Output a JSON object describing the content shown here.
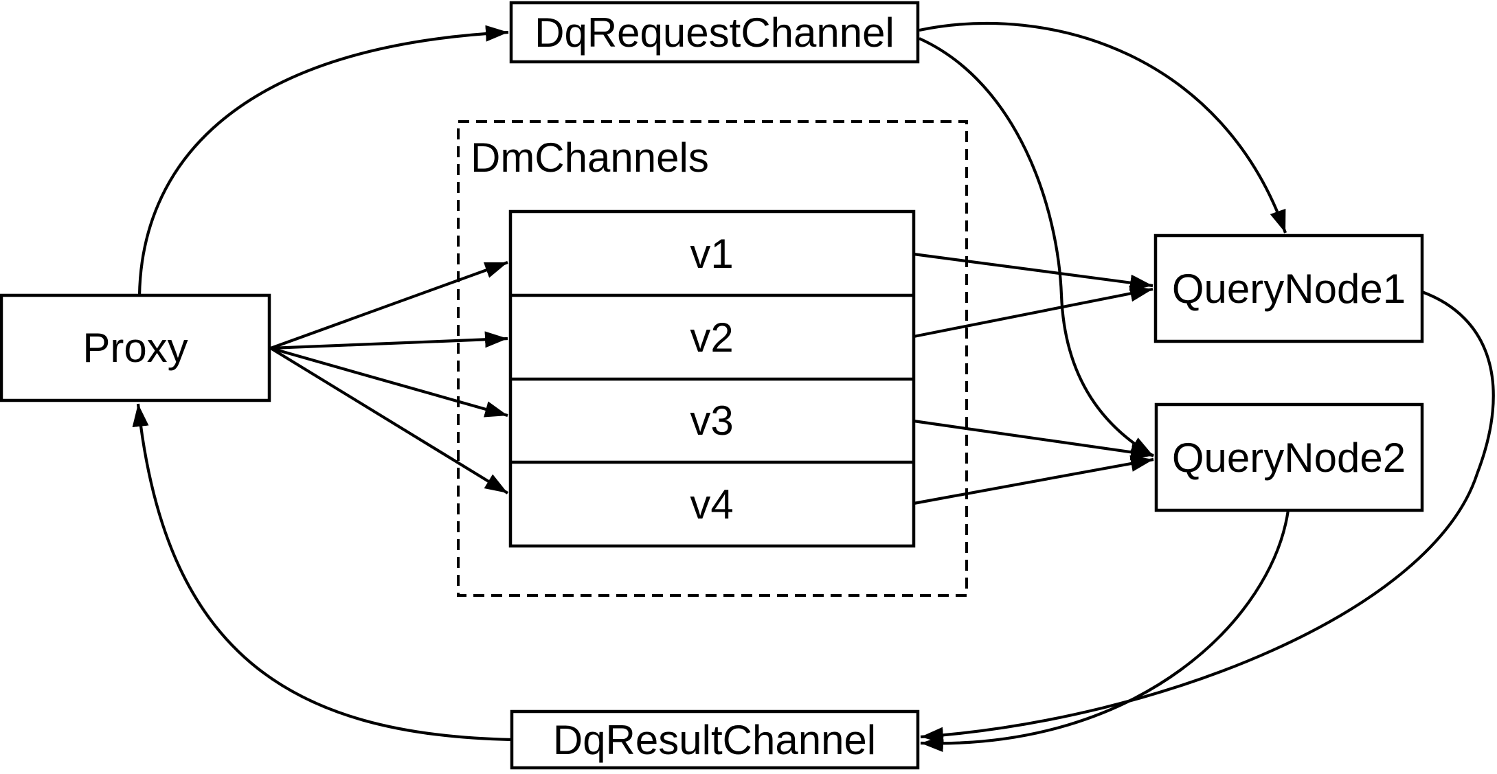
{
  "diagram": {
    "background_color": "#ffffff",
    "line_color": "#000000",
    "nodes": {
      "proxy": {
        "label": "Proxy"
      },
      "dq_request_channel": {
        "label": "DqRequestChannel"
      },
      "dm_channels": {
        "label": "DmChannels",
        "channels": [
          "v1",
          "v2",
          "v3",
          "v4"
        ]
      },
      "query_node1": {
        "label": "QueryNode1"
      },
      "query_node2": {
        "label": "QueryNode2"
      },
      "dq_result_channel": {
        "label": "DqResultChannel"
      }
    },
    "edges": [
      {
        "from": "Proxy",
        "to": "DqRequestChannel"
      },
      {
        "from": "DqRequestChannel",
        "to": "QueryNode1"
      },
      {
        "from": "DqRequestChannel",
        "to": "QueryNode2"
      },
      {
        "from": "Proxy",
        "to": "DmChannels.v1"
      },
      {
        "from": "Proxy",
        "to": "DmChannels.v2"
      },
      {
        "from": "Proxy",
        "to": "DmChannels.v3"
      },
      {
        "from": "Proxy",
        "to": "DmChannels.v4"
      },
      {
        "from": "DmChannels.v1",
        "to": "QueryNode1"
      },
      {
        "from": "DmChannels.v2",
        "to": "QueryNode1"
      },
      {
        "from": "DmChannels.v3",
        "to": "QueryNode2"
      },
      {
        "from": "DmChannels.v4",
        "to": "QueryNode2"
      },
      {
        "from": "QueryNode1",
        "to": "DqResultChannel"
      },
      {
        "from": "QueryNode2",
        "to": "DqResultChannel"
      },
      {
        "from": "DqResultChannel",
        "to": "Proxy"
      }
    ]
  }
}
